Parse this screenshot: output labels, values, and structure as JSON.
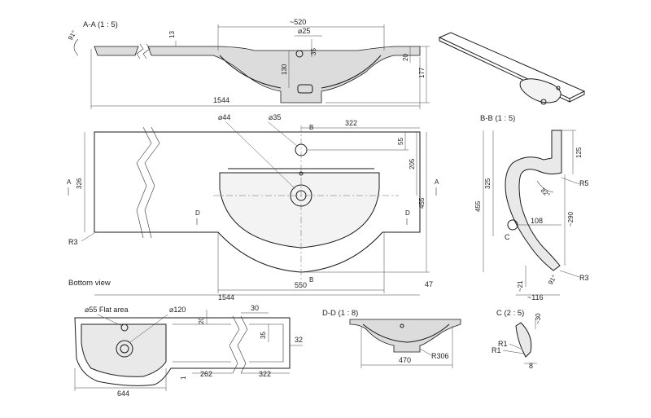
{
  "views": {
    "section_aa": "A-A (1 : 5)",
    "section_bb": "B-B (1 : 5)",
    "section_dd": "D-D (1 : 8)",
    "detail_c": "C (2 : 5)",
    "bottom_view": "Bottom view",
    "marker_a": "A",
    "marker_b": "B",
    "marker_c": "C",
    "marker_d": "D"
  },
  "dims_aa": {
    "angle": "91°",
    "thickness": "13",
    "width": "~520",
    "hole_dia": "⌀25",
    "h35": "35",
    "h130": "130",
    "h20": "20",
    "h177": "177",
    "length": "1544"
  },
  "dims_top": {
    "drain_dia": "⌀44",
    "tap_dia": "⌀35",
    "len322": "322",
    "h55": "55",
    "h205": "205",
    "h455": "455",
    "h326": "326",
    "r3": "R3",
    "len1544": "1544",
    "len550": "550",
    "len47": "47"
  },
  "dims_bb": {
    "h125": "125",
    "h325": "325",
    "h455": "455",
    "r5": "R5",
    "angle_82": "82°",
    "h290": "~290",
    "w108": "108",
    "h21": "~21",
    "w116": "~116",
    "angle_91": "91°",
    "r3": "R3"
  },
  "dims_bottom": {
    "flat_area": "⌀55 Flat area",
    "dia120": "⌀120",
    "v20": "20",
    "h30": "30",
    "h35": "35",
    "h32": "32",
    "v1": "1",
    "len262": "262",
    "len322": "322",
    "len644": "644"
  },
  "dims_dd": {
    "r306": "R306",
    "len470": "470"
  },
  "dims_c": {
    "h30": "~30",
    "r1a": "R1",
    "r1b": "R1",
    "w8": "8"
  }
}
